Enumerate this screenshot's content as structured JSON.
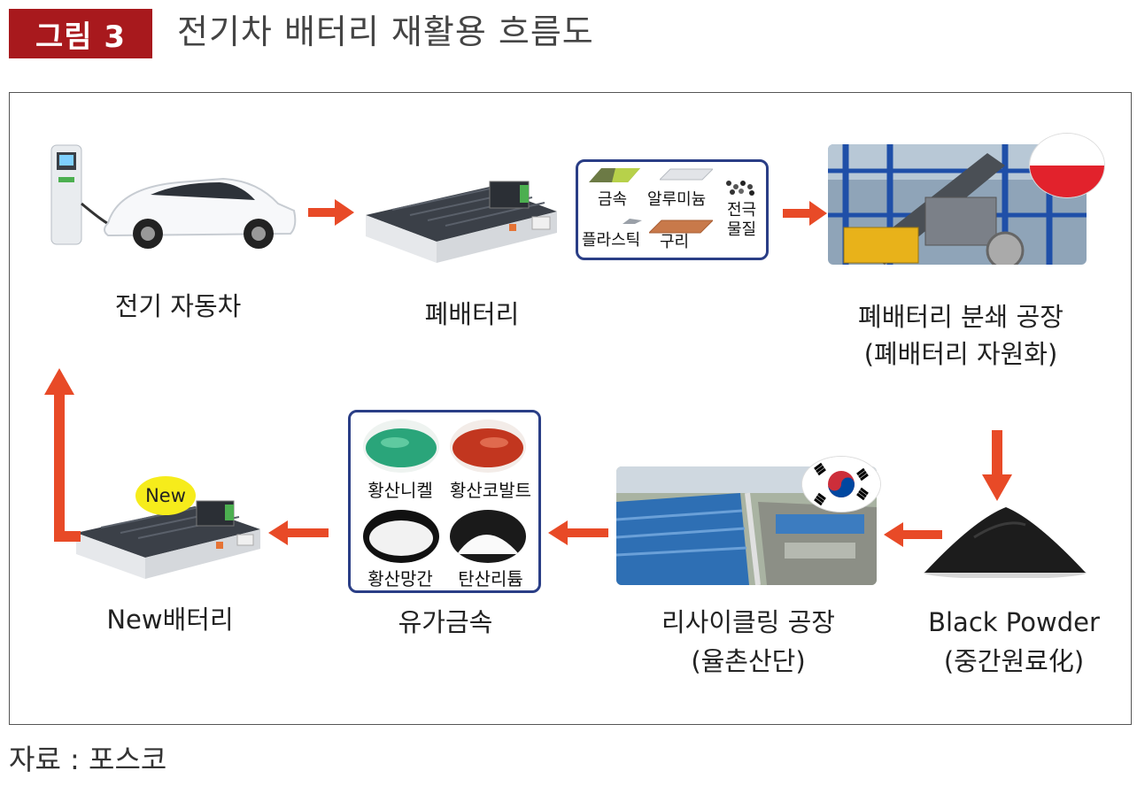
{
  "figure": {
    "badge": "그림 3",
    "title": "전기차 배터리 재활용 흐름도",
    "source": "자료 : 포스코"
  },
  "nodes": {
    "ev": "전기 자동차",
    "waste_battery": "폐배터리",
    "crush_plant_line1": "폐배터리 분쇄 공장",
    "crush_plant_line2": "(폐배터리 자원화)",
    "black_powder_line1": "Black Powder",
    "black_powder_line2": "(중간원료化)",
    "recycle_plant_line1": "리사이클링 공장",
    "recycle_plant_line2": "(율촌산단)",
    "valuable_metals": "유가금속",
    "new_battery": "New배터리",
    "new_badge": "New"
  },
  "battery_materials": {
    "metal": "금속",
    "aluminum": "알루미늄",
    "electrode_line1": "전극",
    "electrode_line2": "물질",
    "plastic": "플라스틱",
    "copper": "구리"
  },
  "metals": [
    {
      "label": "황산니켈",
      "color": "#2aa57a"
    },
    {
      "label": "황산코발트",
      "color": "#c2361f"
    },
    {
      "label": "황산망간",
      "color": "#f2f2f2"
    },
    {
      "label": "탄산리튬",
      "color": "#fafafa"
    }
  ],
  "colors": {
    "badge": "#a8191d",
    "arrow": "#e84a27",
    "box_border": "#2a3e86"
  },
  "flags": {
    "plant_flag": "poland-flag",
    "recycle_flag": "korea-flag"
  }
}
